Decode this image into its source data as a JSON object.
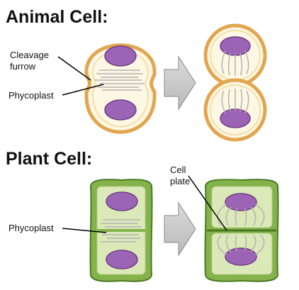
{
  "headings": {
    "animal": "Animal Cell:",
    "plant": "Plant Cell:"
  },
  "labels": {
    "cleavage_line1": "Cleavage",
    "cleavage_line2": "furrow",
    "phycoplast_animal": "Phycoplast",
    "phycoplast_plant": "Phycoplast",
    "cell_plate_line1": "Cell",
    "cell_plate_line2": "plate"
  },
  "colors": {
    "animal_membrane": "#e2a650",
    "animal_cytoplasm": "#fdf7e4",
    "nucleus": "#9c64b4",
    "nucleus_outline": "#6e3f86",
    "plant_wall": "#4a7a24",
    "plant_wall_fill": "#83b34a",
    "plant_cytoplasm": "#dbe8b8",
    "arrow": "#c9c9c9",
    "fiber": "#b3b3b3"
  }
}
